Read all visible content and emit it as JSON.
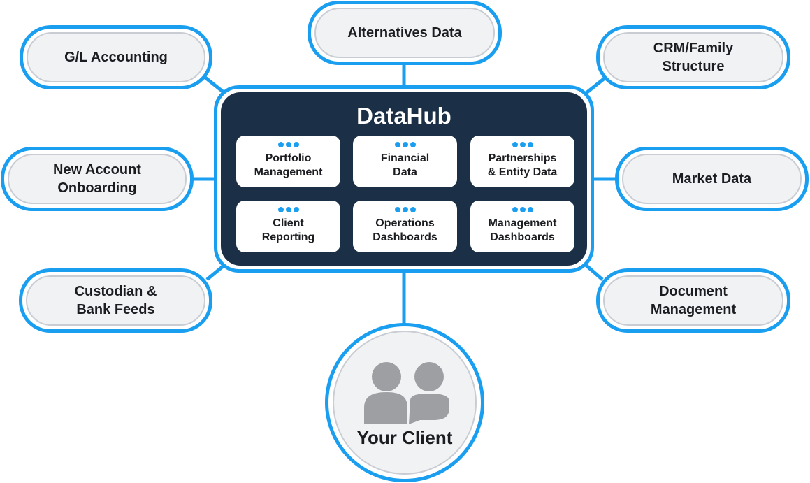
{
  "colors": {
    "accent": "#1a9ef0",
    "hub_background": "#1b3046",
    "pill_fill": "#f1f2f4",
    "pill_inner_border": "#c9cdd3",
    "icon_gray": "#9d9fa3",
    "text": "#1b1d21"
  },
  "sources": [
    {
      "id": "gl",
      "label": "G/L Accounting"
    },
    {
      "id": "alternatives",
      "label": "Alternatives Data"
    },
    {
      "id": "crm",
      "label": "CRM/Family\nStructure"
    },
    {
      "id": "onboarding",
      "label": "New Account\nOnboarding"
    },
    {
      "id": "market",
      "label": "Market Data"
    },
    {
      "id": "custodian",
      "label": "Custodian &\nBank Feeds"
    },
    {
      "id": "document",
      "label": "Document\nManagement"
    }
  ],
  "hub": {
    "title": "DataHub",
    "modules": [
      {
        "label": "Portfolio\nManagement"
      },
      {
        "label": "Financial\nData"
      },
      {
        "label": "Partnerships\n& Entity Data"
      },
      {
        "label": "Client\nReporting"
      },
      {
        "label": "Operations\nDashboards"
      },
      {
        "label": "Management\nDashboards"
      }
    ]
  },
  "client": {
    "label": "Your Client",
    "icon": "users-icon"
  }
}
